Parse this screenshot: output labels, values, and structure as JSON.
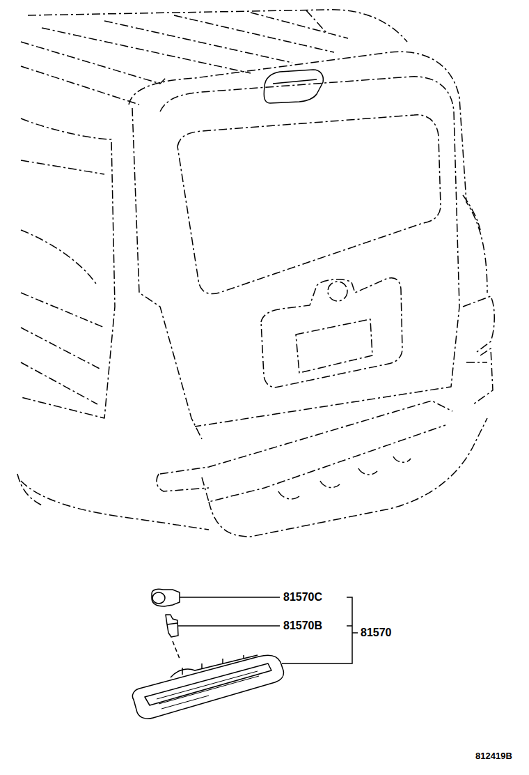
{
  "diagram": {
    "labels": [
      "81570C",
      "81570B",
      "81570",
      "812419B"
    ]
  }
}
